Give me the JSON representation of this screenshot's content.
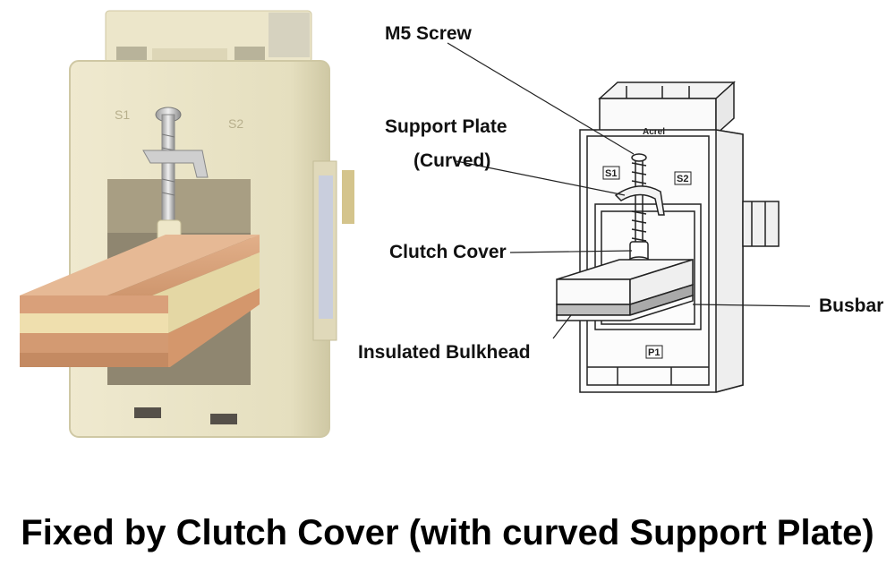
{
  "photo": {
    "terminal_labels": {
      "s1": "S1",
      "s2": "S2"
    }
  },
  "diagram": {
    "callouts": {
      "m5_screw": "M5 Screw",
      "support_plate_line1": "Support Plate",
      "support_plate_line2": "(Curved)",
      "clutch_cover": "Clutch Cover",
      "busbar": "Busbar",
      "insulated_bulkhead": "Insulated Bulkhead"
    },
    "terminal_labels": {
      "s1": "S1",
      "s2": "S2",
      "p1": "P1"
    },
    "brand": "Acrel"
  },
  "caption": "Fixed by Clutch Cover (with curved Support Plate)",
  "colors": {
    "housing": "#e9e3c6",
    "housing_shadow": "#d2cba8",
    "copper": "#d8a27c",
    "insulator": "#e6d9a8",
    "line": "#222222"
  }
}
